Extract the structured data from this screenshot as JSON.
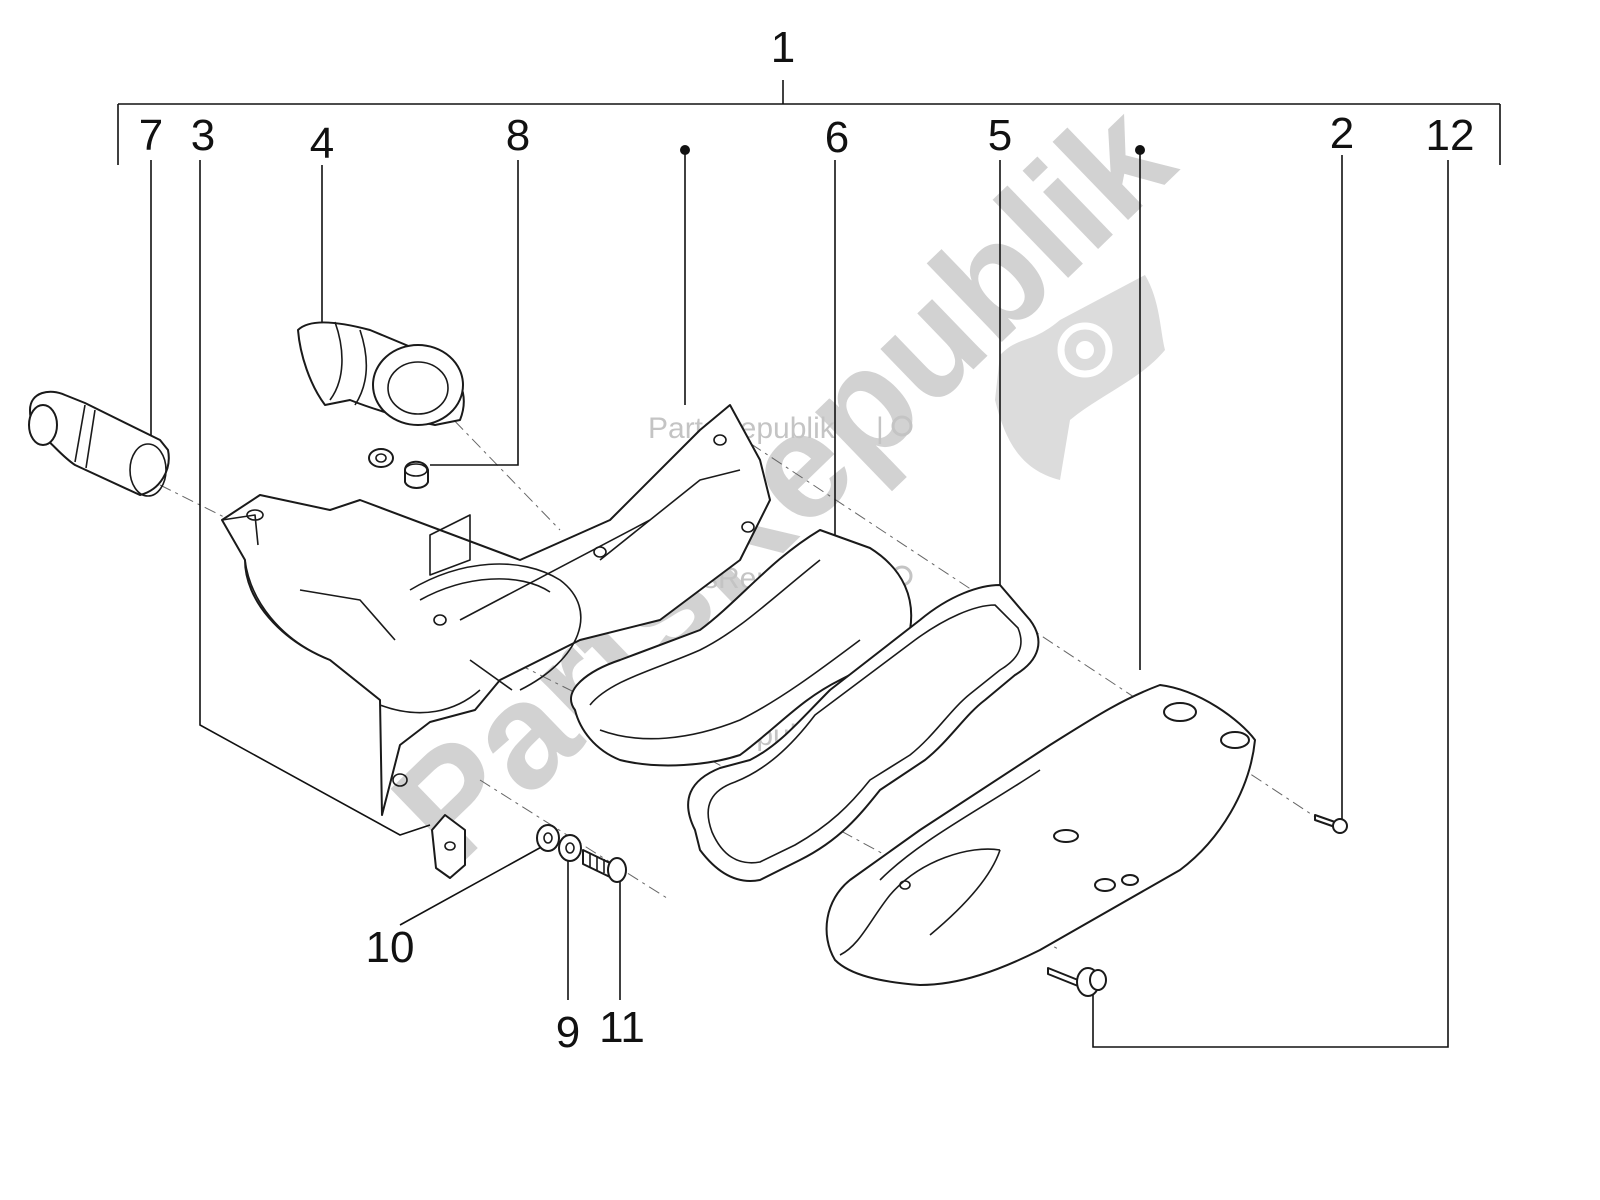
{
  "callouts": {
    "c1": "1",
    "c2": "2",
    "c3": "3",
    "c4": "4",
    "c5": "5",
    "c6": "6",
    "c7": "7",
    "c8": "8",
    "c9": "9",
    "c10": "10",
    "c11": "11",
    "c12": "12"
  },
  "watermark": {
    "brand": "PartsRepublik",
    "large": "PartsRepublik"
  },
  "colors": {
    "line": "#1a1a1a",
    "watermark": "#c4c4c4"
  }
}
